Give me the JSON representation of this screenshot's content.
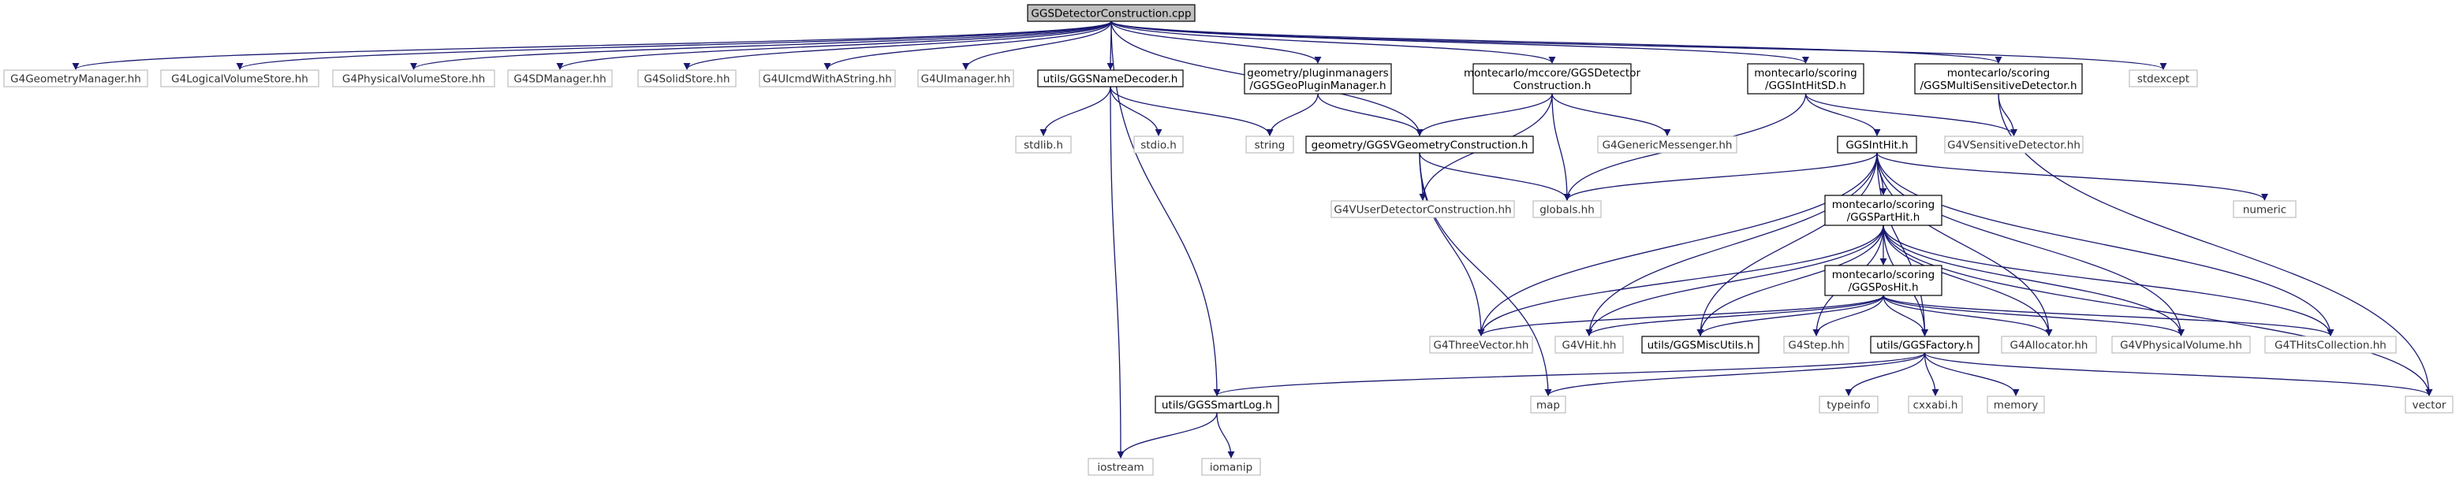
{
  "diagram": {
    "type": "include-dependency-graph",
    "colors": {
      "edge": "#191970",
      "root_fill": "#bfbfbf",
      "boxed_border": "#000000",
      "external_border": "#bfbfbf"
    },
    "nodes": [
      {
        "id": "root",
        "kind": "root",
        "lines": [
          "GGSDetectorConstruction.cpp"
        ]
      },
      {
        "id": "g4geommgr",
        "kind": "external",
        "lines": [
          "G4GeometryManager.hh"
        ]
      },
      {
        "id": "g4logvol",
        "kind": "external",
        "lines": [
          "G4LogicalVolumeStore.hh"
        ]
      },
      {
        "id": "g4physvol",
        "kind": "external",
        "lines": [
          "G4PhysicalVolumeStore.hh"
        ]
      },
      {
        "id": "g4sdmgr",
        "kind": "external",
        "lines": [
          "G4SDManager.hh"
        ]
      },
      {
        "id": "g4solid",
        "kind": "external",
        "lines": [
          "G4SolidStore.hh"
        ]
      },
      {
        "id": "g4uicmd",
        "kind": "external",
        "lines": [
          "G4UIcmdWithAString.hh"
        ]
      },
      {
        "id": "g4uimgr",
        "kind": "external",
        "lines": [
          "G4UImanager.hh"
        ]
      },
      {
        "id": "namedecoder",
        "kind": "boxed",
        "lines": [
          "utils/GGSNameDecoder.h"
        ]
      },
      {
        "id": "geoplugin",
        "kind": "boxed",
        "lines": [
          "geometry/pluginmanagers",
          "/GGSGeoPluginManager.h"
        ]
      },
      {
        "id": "mcdetcons",
        "kind": "boxed",
        "lines": [
          "montecarlo/mccore/GGSDetector",
          "Construction.h"
        ]
      },
      {
        "id": "inthitsd",
        "kind": "boxed",
        "lines": [
          "montecarlo/scoring",
          "/GGSIntHitSD.h"
        ]
      },
      {
        "id": "multisd",
        "kind": "boxed",
        "lines": [
          "montecarlo/scoring",
          "/GGSMultiSensitiveDetector.h"
        ]
      },
      {
        "id": "stdexcept",
        "kind": "external",
        "lines": [
          "stdexcept"
        ]
      },
      {
        "id": "stdlib",
        "kind": "external",
        "lines": [
          "stdlib.h"
        ]
      },
      {
        "id": "stdio",
        "kind": "external",
        "lines": [
          "stdio.h"
        ]
      },
      {
        "id": "string",
        "kind": "external",
        "lines": [
          "string"
        ]
      },
      {
        "id": "vgeomcons",
        "kind": "boxed",
        "lines": [
          "geometry/GGSVGeometryConstruction.h"
        ]
      },
      {
        "id": "g4genmess",
        "kind": "external",
        "lines": [
          "G4GenericMessenger.hh"
        ]
      },
      {
        "id": "ggsinthit",
        "kind": "boxed",
        "lines": [
          "GGSIntHit.h"
        ]
      },
      {
        "id": "g4vsensdet",
        "kind": "external",
        "lines": [
          "G4VSensitiveDetector.hh"
        ]
      },
      {
        "id": "g4vuserdet",
        "kind": "external",
        "lines": [
          "G4VUserDetectorConstruction.hh"
        ]
      },
      {
        "id": "globals",
        "kind": "external",
        "lines": [
          "globals.hh"
        ]
      },
      {
        "id": "parthit",
        "kind": "boxed",
        "lines": [
          "montecarlo/scoring",
          "/GGSPartHit.h"
        ]
      },
      {
        "id": "numeric",
        "kind": "external",
        "lines": [
          "numeric"
        ]
      },
      {
        "id": "poshit",
        "kind": "boxed",
        "lines": [
          "montecarlo/scoring",
          "/GGSPosHit.h"
        ]
      },
      {
        "id": "g4threevec",
        "kind": "external",
        "lines": [
          "G4ThreeVector.hh"
        ]
      },
      {
        "id": "g4vhit",
        "kind": "external",
        "lines": [
          "G4VHit.hh"
        ]
      },
      {
        "id": "miscutils",
        "kind": "boxed",
        "lines": [
          "utils/GGSMiscUtils.h"
        ]
      },
      {
        "id": "g4step",
        "kind": "external",
        "lines": [
          "G4Step.hh"
        ]
      },
      {
        "id": "factory",
        "kind": "boxed",
        "lines": [
          "utils/GGSFactory.h"
        ]
      },
      {
        "id": "g4alloc",
        "kind": "external",
        "lines": [
          "G4Allocator.hh"
        ]
      },
      {
        "id": "g4vphys",
        "kind": "external",
        "lines": [
          "G4VPhysicalVolume.hh"
        ]
      },
      {
        "id": "g4thits",
        "kind": "external",
        "lines": [
          "G4THitsCollection.hh"
        ]
      },
      {
        "id": "vector",
        "kind": "external",
        "lines": [
          "vector"
        ]
      },
      {
        "id": "smartlog",
        "kind": "boxed",
        "lines": [
          "utils/GGSSmartLog.h"
        ]
      },
      {
        "id": "map",
        "kind": "external",
        "lines": [
          "map"
        ]
      },
      {
        "id": "typeinfo",
        "kind": "external",
        "lines": [
          "typeinfo"
        ]
      },
      {
        "id": "cxxabi",
        "kind": "external",
        "lines": [
          "cxxabi.h"
        ]
      },
      {
        "id": "memory",
        "kind": "external",
        "lines": [
          "memory"
        ]
      },
      {
        "id": "iostream",
        "kind": "external",
        "lines": [
          "iostream"
        ]
      },
      {
        "id": "iomanip",
        "kind": "external",
        "lines": [
          "iomanip"
        ]
      }
    ],
    "edges": [
      [
        "root",
        "g4geommgr"
      ],
      [
        "root",
        "g4logvol"
      ],
      [
        "root",
        "g4physvol"
      ],
      [
        "root",
        "g4sdmgr"
      ],
      [
        "root",
        "g4solid"
      ],
      [
        "root",
        "g4uicmd"
      ],
      [
        "root",
        "g4uimgr"
      ],
      [
        "root",
        "namedecoder"
      ],
      [
        "root",
        "geoplugin"
      ],
      [
        "root",
        "mcdetcons"
      ],
      [
        "root",
        "inthitsd"
      ],
      [
        "root",
        "multisd"
      ],
      [
        "root",
        "stdexcept"
      ],
      [
        "root",
        "vgeomcons"
      ],
      [
        "root",
        "smartlog"
      ],
      [
        "namedecoder",
        "stdlib"
      ],
      [
        "namedecoder",
        "stdio"
      ],
      [
        "namedecoder",
        "string"
      ],
      [
        "namedecoder",
        "iostream"
      ],
      [
        "geoplugin",
        "string"
      ],
      [
        "geoplugin",
        "vgeomcons"
      ],
      [
        "mcdetcons",
        "vgeomcons"
      ],
      [
        "mcdetcons",
        "g4genmess"
      ],
      [
        "mcdetcons",
        "g4vuserdet"
      ],
      [
        "mcdetcons",
        "globals"
      ],
      [
        "inthitsd",
        "ggsinthit"
      ],
      [
        "inthitsd",
        "g4vsensdet"
      ],
      [
        "inthitsd",
        "globals"
      ],
      [
        "multisd",
        "g4vsensdet"
      ],
      [
        "multisd",
        "vector"
      ],
      [
        "vgeomcons",
        "g4vuserdet"
      ],
      [
        "vgeomcons",
        "globals"
      ],
      [
        "vgeomcons",
        "g4threevec"
      ],
      [
        "vgeomcons",
        "map"
      ],
      [
        "ggsinthit",
        "parthit"
      ],
      [
        "ggsinthit",
        "numeric"
      ],
      [
        "ggsinthit",
        "g4threevec"
      ],
      [
        "ggsinthit",
        "g4vhit"
      ],
      [
        "ggsinthit",
        "miscutils"
      ],
      [
        "ggsinthit",
        "factory"
      ],
      [
        "ggsinthit",
        "g4alloc"
      ],
      [
        "ggsinthit",
        "g4vphys"
      ],
      [
        "ggsinthit",
        "g4thits"
      ],
      [
        "ggsinthit",
        "globals"
      ],
      [
        "parthit",
        "poshit"
      ],
      [
        "parthit",
        "g4threevec"
      ],
      [
        "parthit",
        "g4vhit"
      ],
      [
        "parthit",
        "miscutils"
      ],
      [
        "parthit",
        "g4step"
      ],
      [
        "parthit",
        "factory"
      ],
      [
        "parthit",
        "g4alloc"
      ],
      [
        "parthit",
        "g4vphys"
      ],
      [
        "parthit",
        "g4thits"
      ],
      [
        "parthit",
        "vector"
      ],
      [
        "poshit",
        "g4threevec"
      ],
      [
        "poshit",
        "g4vhit"
      ],
      [
        "poshit",
        "miscutils"
      ],
      [
        "poshit",
        "g4step"
      ],
      [
        "poshit",
        "factory"
      ],
      [
        "poshit",
        "g4alloc"
      ],
      [
        "poshit",
        "g4vphys"
      ],
      [
        "poshit",
        "g4thits"
      ],
      [
        "factory",
        "smartlog"
      ],
      [
        "factory",
        "map"
      ],
      [
        "factory",
        "typeinfo"
      ],
      [
        "factory",
        "cxxabi"
      ],
      [
        "factory",
        "memory"
      ],
      [
        "factory",
        "vector"
      ],
      [
        "smartlog",
        "iostream"
      ],
      [
        "smartlog",
        "iomanip"
      ]
    ]
  }
}
